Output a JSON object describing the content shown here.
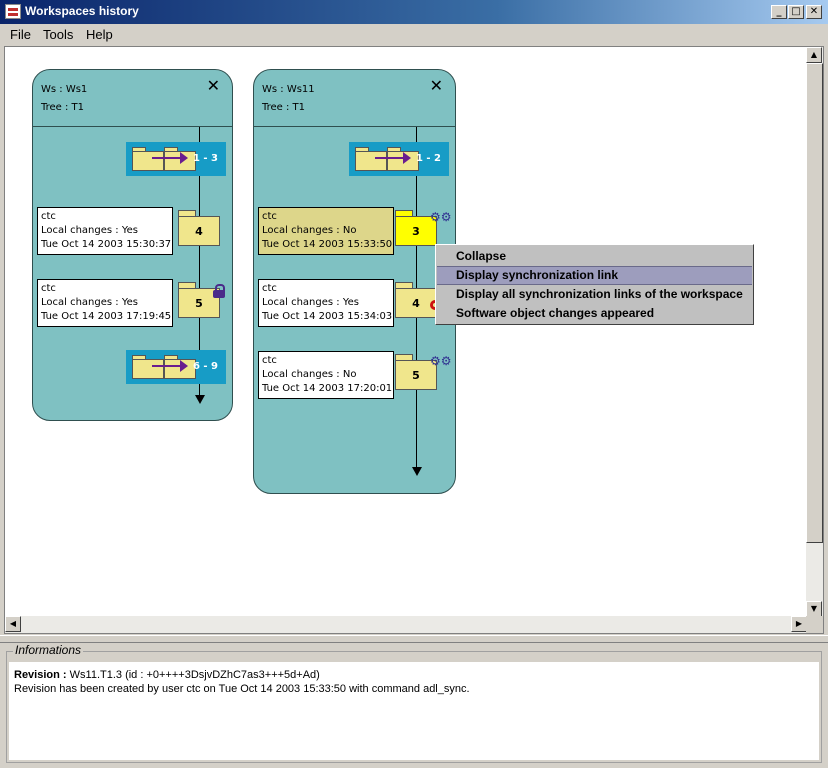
{
  "window": {
    "title": "Workspaces history",
    "minimize_label": "_",
    "maximize_label": "□",
    "close_label": "✕"
  },
  "menu": {
    "items": [
      {
        "label": "File"
      },
      {
        "label": "Tools"
      },
      {
        "label": "Help"
      }
    ]
  },
  "workspaces": [
    {
      "ws_label": "Ws : Ws1",
      "tree_label": "Tree : T1",
      "close_glyph": "✕",
      "groups": [
        {
          "range": "1 - 3"
        },
        {
          "range": "6 - 9"
        }
      ],
      "revisions": [
        {
          "user": "ctc",
          "local_changes": "Local changes : Yes",
          "date": "Tue Oct 14 2003 15:30:37",
          "number": "4",
          "icon": "none"
        },
        {
          "user": "ctc",
          "local_changes": "Local changes : Yes",
          "date": "Tue Oct 14 2003 17:19:45",
          "number": "5",
          "icon": "lock-icon"
        }
      ]
    },
    {
      "ws_label": "Ws : Ws11",
      "tree_label": "Tree : T1",
      "close_glyph": "✕",
      "groups": [
        {
          "range": "1 - 2"
        }
      ],
      "revisions": [
        {
          "user": "ctc",
          "local_changes": "Local changes : No",
          "date": "Tue Oct 14 2003 15:33:50",
          "number": "3",
          "icon": "gear-icon",
          "selected": true
        },
        {
          "user": "ctc",
          "local_changes": "Local changes : Yes",
          "date": "Tue Oct 14 2003 15:34:03",
          "number": "4",
          "icon": "key-icon"
        },
        {
          "user": "ctc",
          "local_changes": "Local changes : No",
          "date": "Tue Oct 14 2003 17:20:01",
          "number": "5",
          "icon": "gear-icon"
        }
      ]
    }
  ],
  "context_menu": {
    "items": [
      {
        "label": "Collapse"
      },
      {
        "label": "Display synchronization link",
        "highlighted": true
      },
      {
        "label": "Display all synchronization links of the workspace"
      },
      {
        "label": "Software object changes appeared"
      }
    ]
  },
  "info": {
    "legend": "Informations",
    "revision_label": "Revision :",
    "revision_value": "Ws11.T1.3 (id : +0++++3DsjvDZhC7as3+++5d+Ad)",
    "description": "Revision has been created by user ctc on Tue Oct 14 2003 15:33:50 with command adl_sync."
  },
  "icons": {
    "gear": "⚙⚙"
  },
  "colors": {
    "panel": "#7fc1c2",
    "group": "#179cc6",
    "folder": "#f0e68c",
    "selected_folder": "#ffff00",
    "menu_highlight": "#9d9dbd"
  }
}
